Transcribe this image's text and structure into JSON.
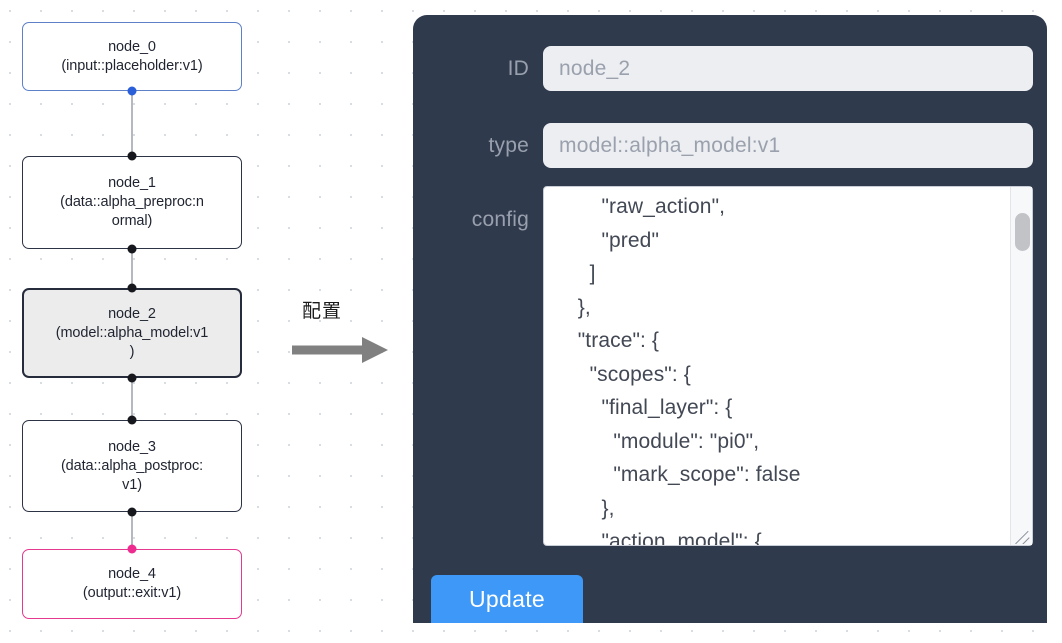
{
  "canvas": {
    "grid": "dotted",
    "grid_dot_color": "#d8dce3"
  },
  "graph": {
    "nodes": [
      {
        "id": "node_0",
        "label": "node_0\n(input::placeholder:v1)",
        "title": "node_0",
        "type": "input::placeholder:v1",
        "state": "normal",
        "border_color": "#5d80c8",
        "handle_color": "#2b5fd9"
      },
      {
        "id": "node_1",
        "label": "node_1\n(data::alpha_preproc:n\normal)",
        "title": "node_1",
        "type": "data::alpha_preproc:normal",
        "state": "normal",
        "border_color": "#2c3344",
        "handle_color": "#16181d"
      },
      {
        "id": "node_2",
        "label": "node_2\n(model::alpha_model:v1\n)",
        "title": "node_2",
        "type": "model::alpha_model:v1",
        "state": "selected",
        "border_color": "#262c3b",
        "handle_color": "#16181d"
      },
      {
        "id": "node_3",
        "label": "node_3\n(data::alpha_postproc:\nv1)",
        "title": "node_3",
        "type": "data::alpha_postproc:v1",
        "state": "normal",
        "border_color": "#2c3344",
        "handle_color": "#16181d"
      },
      {
        "id": "node_4",
        "label": "node_4\n(output::exit:v1)",
        "title": "node_4",
        "type": "output::exit:v1",
        "state": "normal",
        "border_color": "#e5398f",
        "handle_color": "#ee2b8e"
      }
    ]
  },
  "annotation": {
    "label": "配置",
    "arrow": "right-arrow-icon"
  },
  "panel": {
    "background": "#303a4d",
    "fields": {
      "id": {
        "label": "ID",
        "value": "node_2",
        "placeholder": "node_2"
      },
      "type": {
        "label": "type",
        "value": "model::alpha_model:v1",
        "placeholder": "model::alpha_model:v1"
      },
      "config": {
        "label": "config",
        "value": "        \"raw_action\",\n        \"pred\"\n      ]\n    },\n    \"trace\": {\n      \"scopes\": {\n        \"final_layer\": {\n          \"module\": \"pi0\",\n          \"mark_scope\": false\n        },\n        \"action_model\": {",
        "placeholder": ""
      }
    },
    "update_button": {
      "label": "Update",
      "color": "#3d98f7"
    },
    "scrollbar": {
      "thumb_color": "#c2c3c6"
    }
  }
}
